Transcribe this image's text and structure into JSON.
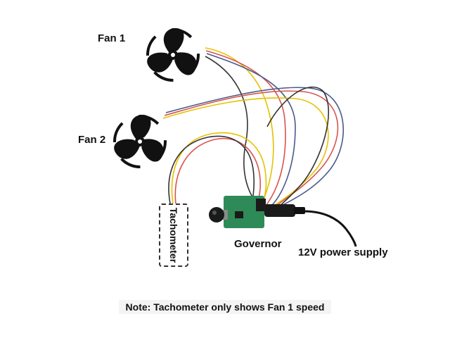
{
  "labels": {
    "fan1": "Fan 1",
    "fan2": "Fan 2",
    "tachometer": "Tachometer",
    "governor": "Governor",
    "power_supply": "12V power supply"
  },
  "note": "Note: Tachometer only shows Fan 1 speed",
  "icons": {
    "fan1": "fan-icon",
    "fan2": "fan-icon",
    "governor": "speed-controller-board",
    "knob": "potentiometer-knob",
    "plug": "dc-power-jack"
  },
  "colors": {
    "fan": "#111111",
    "board": "#2e8b57",
    "wire_yellow": "#e6c200",
    "wire_red": "#d9534f",
    "wire_blue": "#4a5a8a",
    "wire_black": "#333333",
    "power_cable": "#111111"
  }
}
